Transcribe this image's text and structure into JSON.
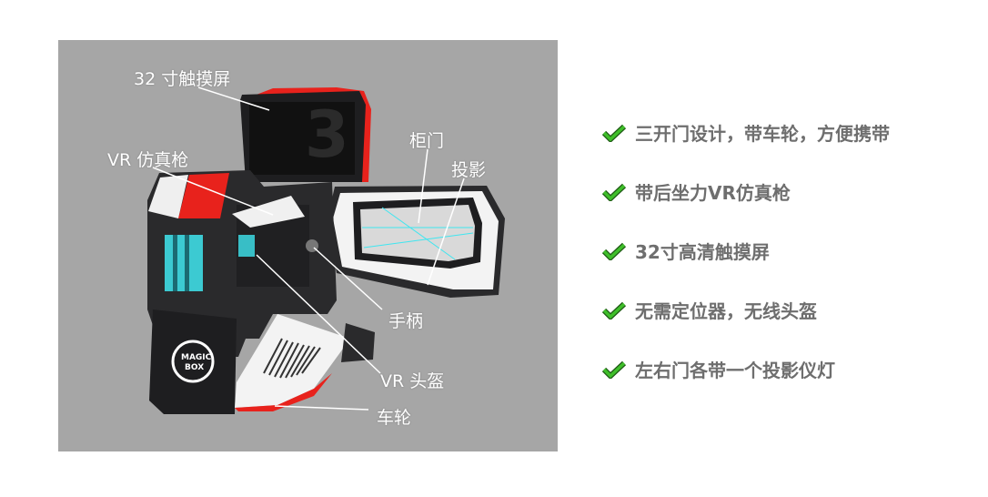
{
  "product_image": {
    "labels": {
      "touchscreen": "32 寸触摸屏",
      "vr_gun": "VR 仿真枪",
      "cabinet_door": "柜门",
      "projection": "投影",
      "handle": "手柄",
      "vr_headset": "VR 头盔",
      "wheel": "车轮"
    },
    "logo_text": "MAGIC BOX",
    "colors": {
      "background": "#a6a6a6",
      "accent_red": "#e8221c",
      "accent_cyan": "#3fe6f0",
      "body": "#2a2a2c"
    }
  },
  "features": [
    {
      "icon": "check-icon",
      "text": "三开门设计，带车轮，方便携带"
    },
    {
      "icon": "check-icon",
      "text": "带后坐力VR仿真枪"
    },
    {
      "icon": "check-icon",
      "text": "32寸高清触摸屏"
    },
    {
      "icon": "check-icon",
      "text": "无需定位器，无线头盔"
    },
    {
      "icon": "check-icon",
      "text": "左右门各带一个投影仪灯"
    }
  ],
  "check_color": "#3fbf2a"
}
